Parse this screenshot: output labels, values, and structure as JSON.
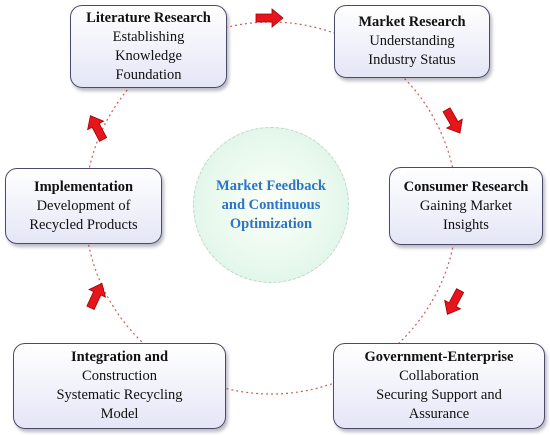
{
  "nodes": {
    "literature": {
      "title": "Literature Research",
      "lines": [
        "Establishing",
        "Knowledge",
        "Foundation"
      ]
    },
    "market": {
      "title": "Market Research",
      "lines": [
        "Understanding",
        "Industry Status"
      ]
    },
    "consumer": {
      "title": "Consumer Research",
      "lines": [
        "Gaining Market",
        "Insights"
      ]
    },
    "government": {
      "title": "Government-Enterprise",
      "lines": [
        "Collaboration",
        "Securing Support and",
        "Assurance"
      ]
    },
    "integration": {
      "title": "Integration and",
      "lines": [
        "Construction",
        "Systematic Recycling",
        "Model"
      ]
    },
    "implementation": {
      "title": "Implementation",
      "lines": [
        "Development of",
        "Recycled Products"
      ]
    }
  },
  "center": {
    "text": "Market Feedback and Continuous Optimization"
  },
  "colors": {
    "arrow": "#e8141c",
    "ring": "#d45a5a",
    "center_text": "#2b74c6",
    "box_border": "#4a4a6a"
  }
}
